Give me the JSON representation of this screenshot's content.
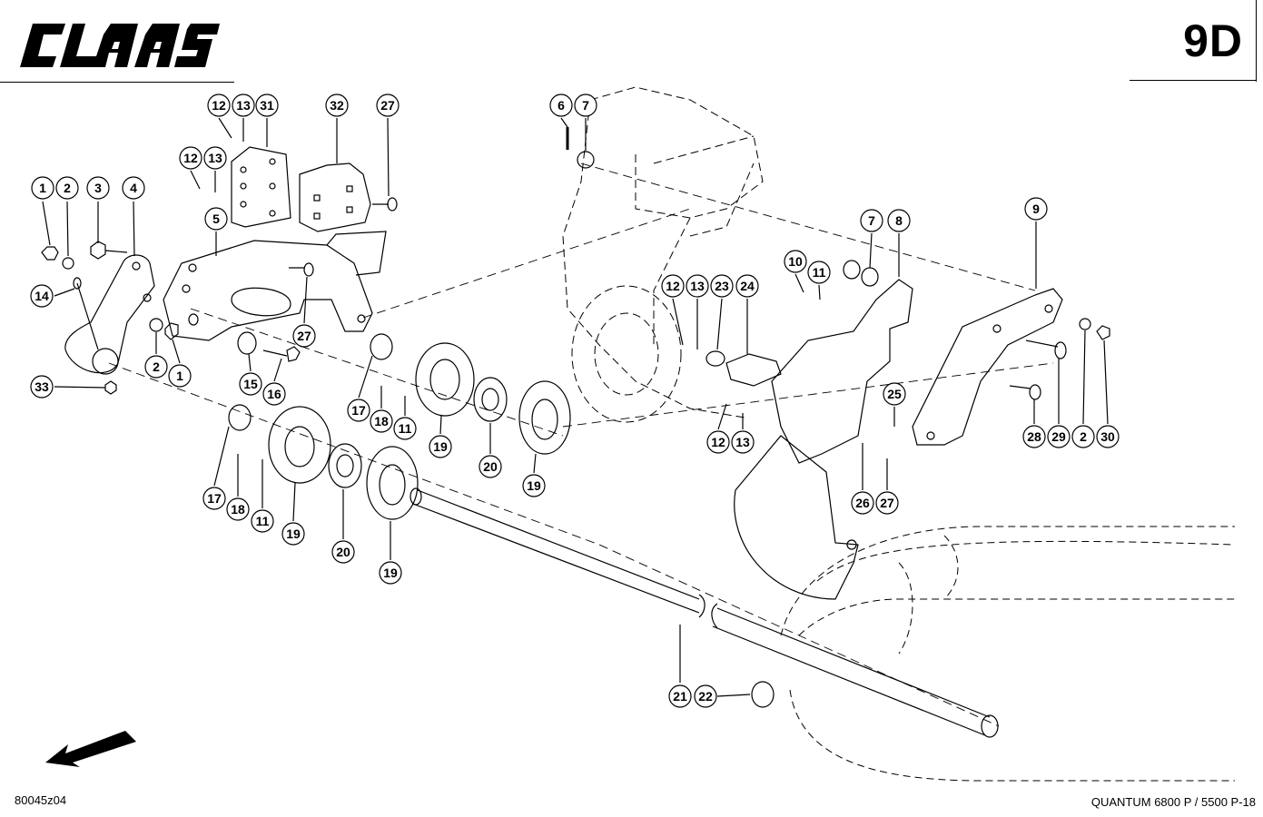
{
  "header": {
    "brand": "CLAAS",
    "page_code": "9D"
  },
  "footer": {
    "reference": "80045z04",
    "model": "QUANTUM 6800 P / 5500 P-18"
  },
  "callouts": [
    {
      "id": "c1a",
      "label": "1"
    },
    {
      "id": "c2a",
      "label": "2"
    },
    {
      "id": "c3",
      "label": "3"
    },
    {
      "id": "c4",
      "label": "4"
    },
    {
      "id": "c5",
      "label": "5"
    },
    {
      "id": "c6",
      "label": "6"
    },
    {
      "id": "c7a",
      "label": "7"
    },
    {
      "id": "c7b",
      "label": "7"
    },
    {
      "id": "c8",
      "label": "8"
    },
    {
      "id": "c9",
      "label": "9"
    },
    {
      "id": "c10",
      "label": "10"
    },
    {
      "id": "c11a",
      "label": "11"
    },
    {
      "id": "c11b",
      "label": "11"
    },
    {
      "id": "c11c",
      "label": "11"
    },
    {
      "id": "c12a",
      "label": "12"
    },
    {
      "id": "c12b",
      "label": "12"
    },
    {
      "id": "c12c",
      "label": "12"
    },
    {
      "id": "c12d",
      "label": "12"
    },
    {
      "id": "c13a",
      "label": "13"
    },
    {
      "id": "c13b",
      "label": "13"
    },
    {
      "id": "c13c",
      "label": "13"
    },
    {
      "id": "c13d",
      "label": "13"
    },
    {
      "id": "c14",
      "label": "14"
    },
    {
      "id": "c15",
      "label": "15"
    },
    {
      "id": "c16",
      "label": "16"
    },
    {
      "id": "c17a",
      "label": "17"
    },
    {
      "id": "c17b",
      "label": "17"
    },
    {
      "id": "c18a",
      "label": "18"
    },
    {
      "id": "c18b",
      "label": "18"
    },
    {
      "id": "c19a",
      "label": "19"
    },
    {
      "id": "c19b",
      "label": "19"
    },
    {
      "id": "c19c",
      "label": "19"
    },
    {
      "id": "c19d",
      "label": "19"
    },
    {
      "id": "c20a",
      "label": "20"
    },
    {
      "id": "c20b",
      "label": "20"
    },
    {
      "id": "c21",
      "label": "21"
    },
    {
      "id": "c22",
      "label": "22"
    },
    {
      "id": "c23",
      "label": "23"
    },
    {
      "id": "c24",
      "label": "24"
    },
    {
      "id": "c25",
      "label": "25"
    },
    {
      "id": "c26",
      "label": "26"
    },
    {
      "id": "c27a",
      "label": "27"
    },
    {
      "id": "c27b",
      "label": "27"
    },
    {
      "id": "c27c",
      "label": "27"
    },
    {
      "id": "c28",
      "label": "28"
    },
    {
      "id": "c29",
      "label": "29"
    },
    {
      "id": "c2b",
      "label": "2"
    },
    {
      "id": "c2c",
      "label": "2"
    },
    {
      "id": "c1b",
      "label": "1"
    },
    {
      "id": "c30",
      "label": "30"
    },
    {
      "id": "c31",
      "label": "31"
    },
    {
      "id": "c32",
      "label": "32"
    },
    {
      "id": "c33",
      "label": "33"
    }
  ]
}
